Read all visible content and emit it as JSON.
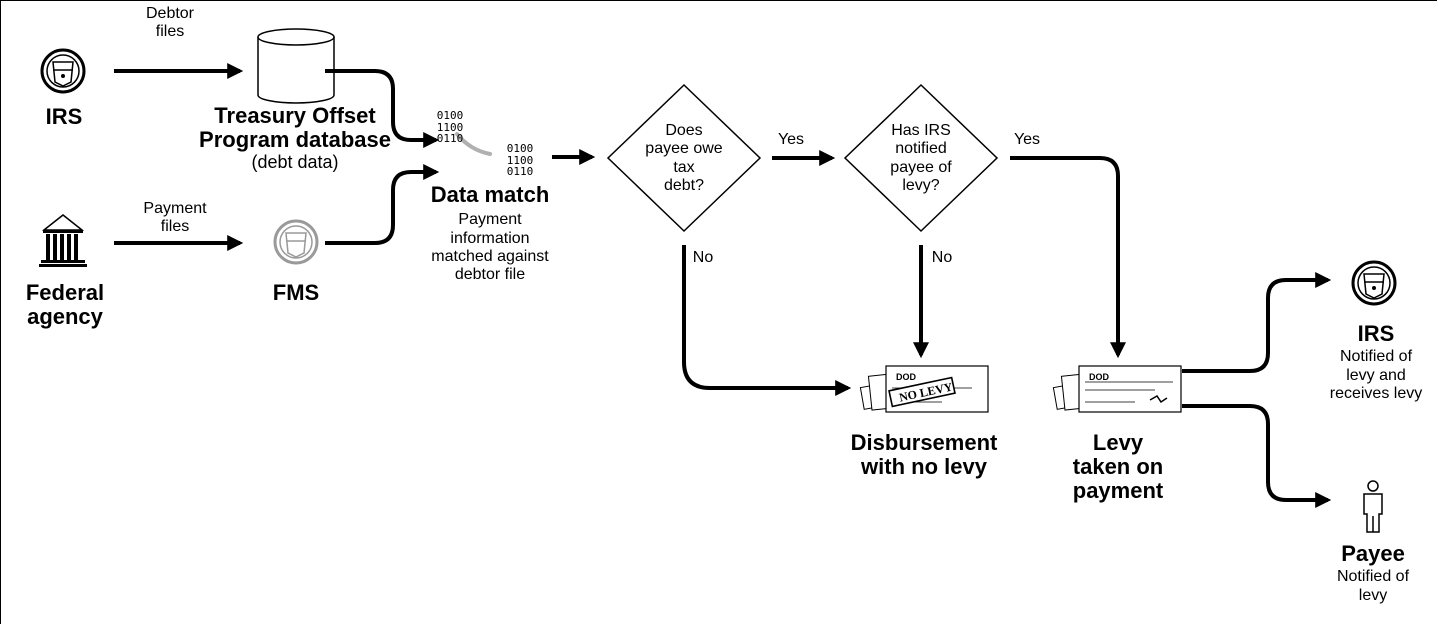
{
  "nodes": {
    "irs_source": {
      "label": "IRS"
    },
    "debtor_files": {
      "line1": "Debtor",
      "line2": "files"
    },
    "top_db": {
      "title_line1": "Treasury Offset",
      "title_line2": "Program database",
      "subtitle": "(debt data)"
    },
    "federal_agency": {
      "line1": "Federal",
      "line2": "agency"
    },
    "payment_files": {
      "line1": "Payment",
      "line2": "files"
    },
    "fms": {
      "label": "FMS"
    },
    "binary": {
      "top": [
        "0100",
        "1100",
        "0110"
      ],
      "bottom": [
        "0100",
        "1100",
        "0110"
      ]
    },
    "data_match": {
      "title": "Data match",
      "desc": [
        "Payment",
        "information",
        "matched against",
        "debtor file"
      ]
    },
    "decision1": {
      "lines": [
        "Does",
        "payee owe",
        "tax",
        "debt?"
      ],
      "yes": "Yes",
      "no": "No"
    },
    "decision2": {
      "lines": [
        "Has IRS",
        "notified",
        "payee of",
        "levy?"
      ],
      "yes": "Yes",
      "no": "No"
    },
    "no_levy": {
      "stamp": "NO LEVY",
      "check_label": "DOD",
      "lines": [
        "Disbursement",
        "with no levy"
      ]
    },
    "levy_taken": {
      "check_label": "DOD",
      "lines": [
        "Levy",
        "taken on",
        "payment"
      ]
    },
    "irs_result": {
      "title": "IRS",
      "desc": [
        "Notified of",
        "levy and",
        "receives levy"
      ]
    },
    "payee_result": {
      "title": "Payee",
      "desc": [
        "Notified of",
        "levy"
      ]
    }
  },
  "colors": {
    "line": "#000000",
    "seal_gray": "#9a9a9a",
    "arc_gray": "#b0b0b0"
  },
  "icons": [
    "treasury-seal-icon",
    "database-cylinder-icon",
    "government-building-icon",
    "check-stack-icon",
    "person-icon"
  ]
}
